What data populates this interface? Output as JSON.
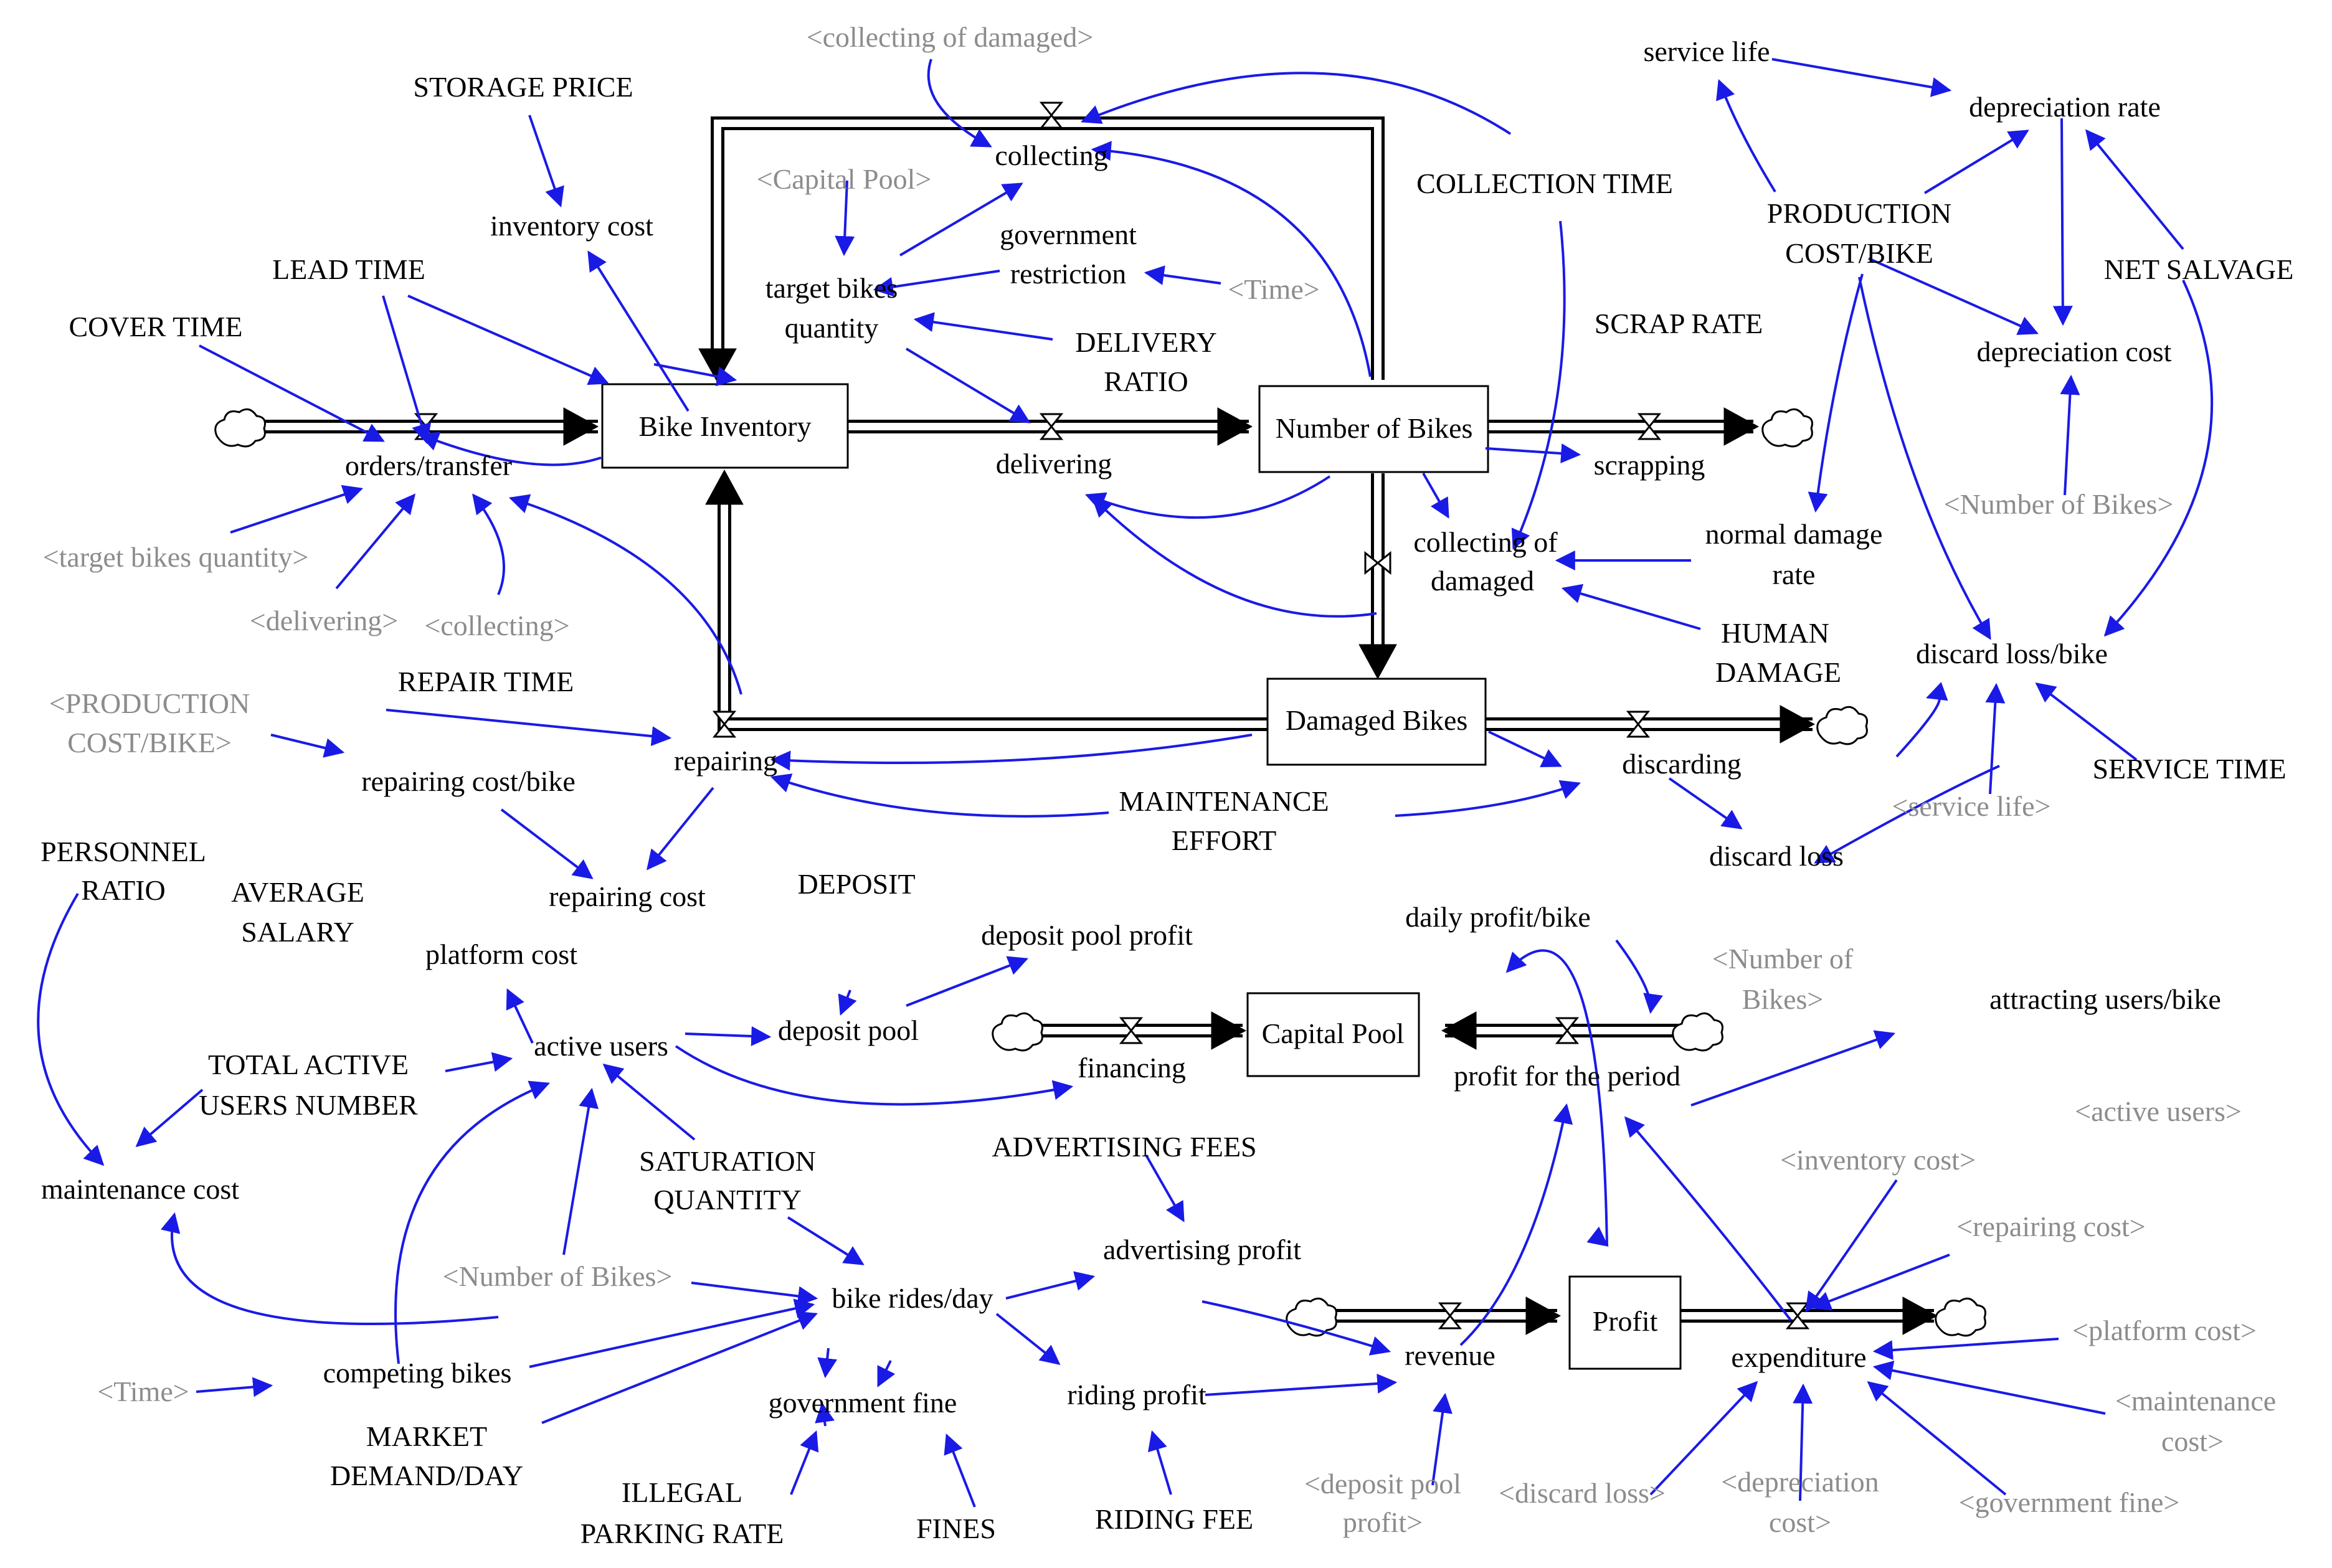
{
  "colors": {
    "link": "#1a1ae6",
    "stock_border": "#000000",
    "text": "#000000",
    "shadow_text": "#8c8c8c"
  },
  "stocks": {
    "bike_inventory": "Bike Inventory",
    "number_of_bikes": "Number of Bikes",
    "damaged_bikes": "Damaged Bikes",
    "capital_pool": "Capital Pool",
    "profit": "Profit"
  },
  "flows": {
    "orders_transfer": "orders/transfer",
    "delivering": "delivering",
    "collecting": "collecting",
    "scrapping": "scrapping",
    "collecting_of_damaged": [
      "collecting of",
      "damaged"
    ],
    "repairing": "repairing",
    "discarding": "discarding",
    "financing": "financing",
    "profit_for_the_period": "profit for the period",
    "revenue": "revenue",
    "expenditure": "expenditure"
  },
  "constants": {
    "storage_price": "STORAGE PRICE",
    "lead_time": "LEAD TIME",
    "cover_time": "COVER TIME",
    "collection_time": "COLLECTION TIME",
    "scrap_rate": "SCRAP RATE",
    "delivery_ratio": [
      "DELIVERY",
      "RATIO"
    ],
    "production_cost_bike": [
      "PRODUCTION",
      "COST/BIKE"
    ],
    "net_salvage": "NET SALVAGE",
    "human_damage": [
      "HUMAN",
      "DAMAGE"
    ],
    "repair_time": "REPAIR TIME",
    "maintenance_effort": [
      "MAINTENANCE",
      "EFFORT"
    ],
    "service_time": "SERVICE TIME",
    "personnel_ratio": [
      "PERSONNEL",
      "RATIO"
    ],
    "average_salary": [
      "AVERAGE",
      "SALARY"
    ],
    "deposit": "DEPOSIT",
    "total_active_users_number": [
      "TOTAL ACTIVE",
      "USERS NUMBER"
    ],
    "saturation_quantity": [
      "SATURATION",
      "QUANTITY"
    ],
    "advertising_fees": "ADVERTISING FEES",
    "market_demand_day": [
      "MARKET",
      "DEMAND/DAY"
    ],
    "illegal_parking_rate": [
      "ILLEGAL",
      "PARKING RATE"
    ],
    "fines": "FINES",
    "riding_fee": "RIDING FEE"
  },
  "auxiliaries": {
    "inventory_cost": "inventory cost",
    "target_bikes_quantity": [
      "target bikes",
      "quantity"
    ],
    "government_restriction": [
      "government",
      "restriction"
    ],
    "service_life": "service life",
    "depreciation_rate": "depreciation rate",
    "depreciation_cost": "depreciation cost",
    "normal_damage_rate": [
      "normal damage",
      "rate"
    ],
    "discard_loss_bike": "discard loss/bike",
    "discard_loss": "discard loss",
    "repairing_cost_bike": "repairing cost/bike",
    "repairing_cost": "repairing cost",
    "platform_cost": "platform cost",
    "deposit_pool_profit": "deposit pool profit",
    "deposit_pool": "deposit pool",
    "active_users": "active users",
    "daily_profit_bike": "daily profit/bike",
    "attracting_users_bike": "attracting users/bike",
    "maintenance_cost": "maintenance cost",
    "advertising_profit": "advertising profit",
    "bike_rides_day": "bike rides/day",
    "competing_bikes": "competing bikes",
    "government_fine": "government fine",
    "riding_profit": "riding profit"
  },
  "shadows": {
    "collecting_of_damaged": "<collecting of damaged>",
    "capital_pool": "<Capital Pool>",
    "time_top": "<Time>",
    "target_bikes_quantity": "<target bikes quantity>",
    "delivering": "<delivering>",
    "collecting": "<collecting>",
    "production_cost_bike": [
      "<PRODUCTION",
      "COST/BIKE>"
    ],
    "number_of_bikes_right": "<Number of Bikes>",
    "service_life": "<service life>",
    "number_of_bikes_2": [
      "<Number of",
      "Bikes>"
    ],
    "active_users": "<active users>",
    "inventory_cost": "<inventory cost>",
    "repairing_cost": "<repairing cost>",
    "platform_cost": "<platform cost>",
    "maintenance_cost": [
      "<maintenance",
      "cost>"
    ],
    "government_fine": "<government fine>",
    "depreciation_cost": [
      "<depreciation",
      "cost>"
    ],
    "discard_loss": "<discard loss>",
    "deposit_pool_profit": [
      "<deposit pool",
      "profit>"
    ],
    "number_of_bikes_left": "<Number of Bikes>",
    "time_bottom": "<Time>"
  }
}
